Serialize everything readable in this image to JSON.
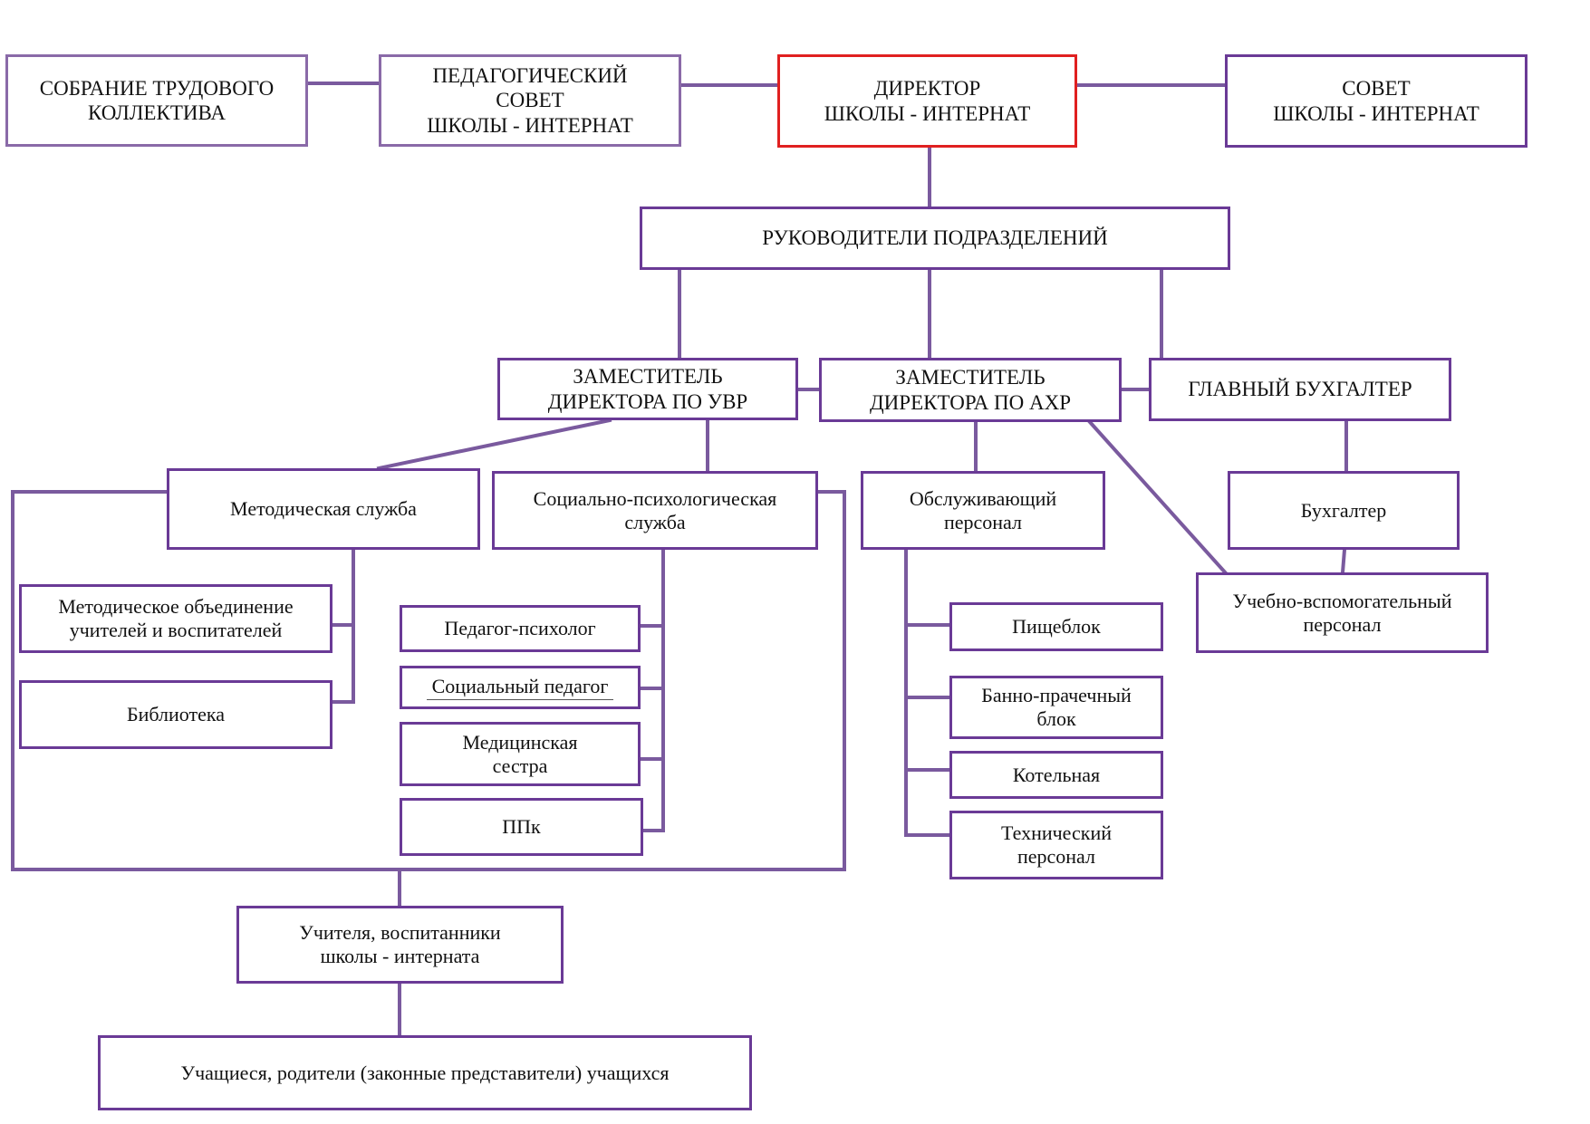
{
  "colors": {
    "border": "#6a3a96",
    "border_soft": "#8a6aa8",
    "director_border": "#e02020",
    "connector": "#7a5a9e"
  },
  "nodes": {
    "assembly": "СОБРАНИЕ ТРУДОВОГО\nКОЛЛЕКТИВА",
    "ped_council": "ПЕДАГОГИЧЕСКИЙ\nСОВЕТ\nШКОЛЫ - ИНТЕРНАТ",
    "director": "ДИРЕКТОР\nШКОЛЫ - ИНТЕРНАТ",
    "school_council": "СОВЕТ\nШКОЛЫ - ИНТЕРНАТ",
    "heads": "РУКОВОДИТЕЛИ ПОДРАЗДЕЛЕНИЙ",
    "deputy_uvr": "ЗАМЕСТИТЕЛЬ\nДИРЕКТОРА ПО УВР",
    "deputy_ahr": "ЗАМЕСТИТЕЛЬ\nДИРЕКТОРА ПО АХР",
    "chief_accountant": "ГЛАВНЫЙ БУХГАЛТЕР",
    "method_service": "Методическая служба",
    "social_psych_service": "Социально-психологическая\nслужба",
    "service_staff": "Обслуживающий\nперсонал",
    "accountant": "Бухгалтер",
    "support_staff": "Учебно-вспомогательный\nперсонал",
    "method_association": "Методическое объединение\nучителей и воспитателей",
    "library": "Библиотека",
    "ped_psychologist": "Педагог-психолог",
    "social_pedagogue": "Социальный педагог",
    "nurse": "Медицинская\nсестра",
    "ppk": "ППк",
    "canteen": "Пищеблок",
    "laundry": "Банно-прачечный\nблок",
    "boiler": "Котельная",
    "tech_staff": "Технический\nперсонал",
    "teachers": "Учителя, воспитанники\nшколы - интерната",
    "students": "Учащиеся, родители (законные представители) учащихся"
  }
}
